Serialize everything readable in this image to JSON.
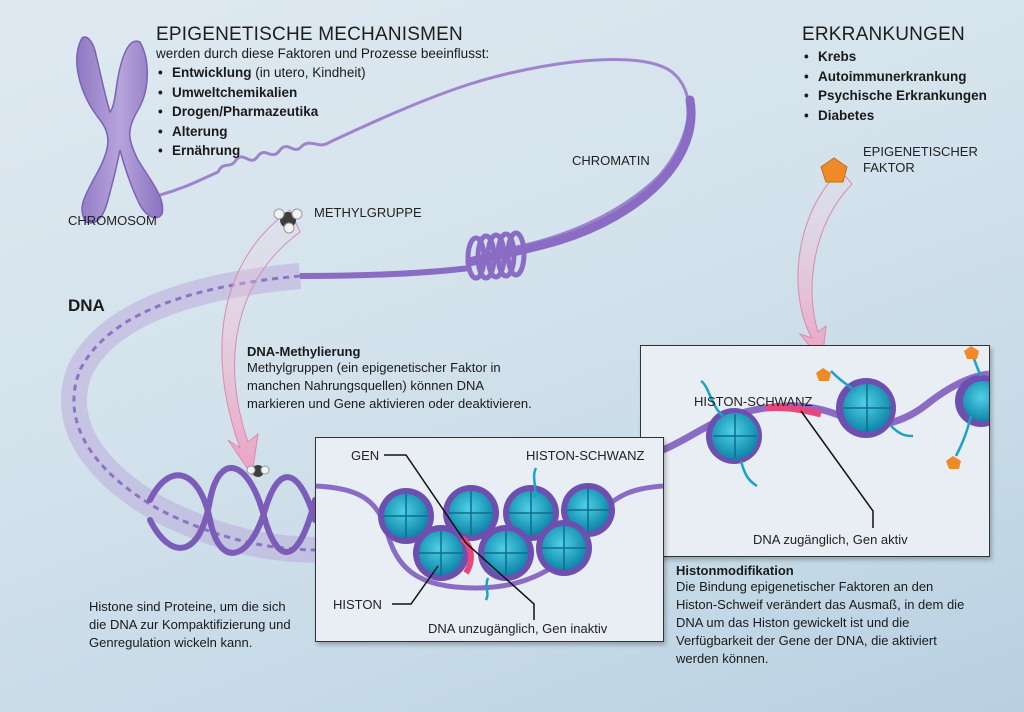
{
  "epigenetic_mechanisms": {
    "title": "EPIGENETISCHE MECHANISMEN",
    "subtitle": "werden durch diese Faktoren und Prozesse beeinflusst:",
    "items": [
      {
        "bold": "Entwicklung",
        "normal": " (in utero, Kindheit)"
      },
      {
        "bold": "Umweltchemikalien",
        "normal": ""
      },
      {
        "bold": "Drogen/Pharmazeutika",
        "normal": ""
      },
      {
        "bold": "Alterung",
        "normal": ""
      },
      {
        "bold": "Ernährung",
        "normal": ""
      }
    ]
  },
  "diseases": {
    "title": "ERKRANKUNGEN",
    "items": [
      "Krebs",
      "Autoimmunerkrankung",
      "Psychische Erkrankungen",
      "Diabetes"
    ]
  },
  "labels": {
    "chromosome": "CHROMOSOM",
    "chromatin": "CHROMATIN",
    "methyl_group": "METHYLGRUPPE",
    "epigenetic_factor_line1": "EPIGENETISCHER",
    "epigenetic_factor_line2": "FAKTOR",
    "dna": "DNA"
  },
  "dna_methylation": {
    "title": "DNA-Methylierung",
    "lines": [
      "Methylgruppen (ein epigenetischer Faktor in",
      "manchen Nahrungsquellen) können DNA",
      "markieren und Gene aktivieren oder deaktivieren."
    ]
  },
  "panel_inactive": {
    "gene_label": "GEN",
    "histone_tail_label": "HISTON-SCHWANZ",
    "histone_label": "HISTON",
    "status_label": "DNA unzugänglich, Gen inaktiv"
  },
  "panel_active": {
    "histone_tail_label": "HISTON-SCHWANZ",
    "status_label": "DNA zugänglich, Gen aktiv"
  },
  "histone_note": {
    "lines": [
      "Histone sind Proteine, um die sich",
      "die DNA zur Kompaktifizierung und",
      "Genregulation wickeln kann."
    ]
  },
  "histone_modification": {
    "title": "Histonmodifikation",
    "lines": [
      "Die Bindung epigenetischer Faktoren an den",
      "Histon-Schweif verändert das Ausmaß, in dem die",
      "DNA um das Histon gewickelt ist und die",
      "Verfügbarkeit der Gene der DNA, die aktiviert",
      "werden können."
    ]
  },
  "colors": {
    "dna_purple": "#7b5cb8",
    "histone_teal": "#1aa3c4",
    "factor_orange": "#f08a28",
    "gene_pink": "#e8467c",
    "arrow_pink": "#f0b6cf"
  }
}
